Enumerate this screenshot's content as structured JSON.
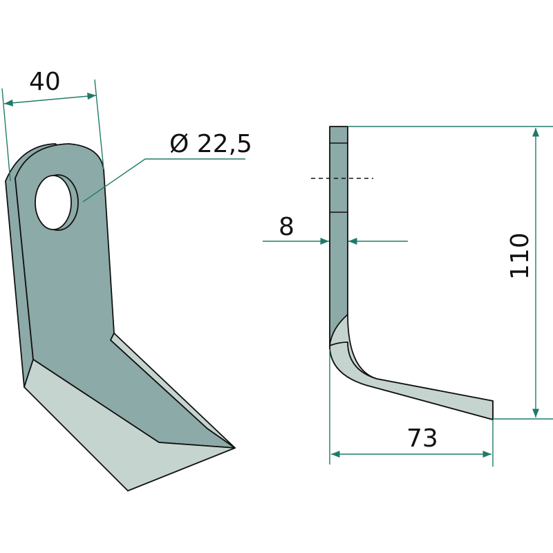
{
  "dimensions": {
    "width": "40",
    "hole_diameter": "Ø 22,5",
    "thickness": "8",
    "height": "110",
    "length": "73"
  },
  "colors": {
    "blade_fill": "#8caaa7",
    "bevel_fill": "#c6d4cf",
    "dimension_line": "#1f7a68"
  }
}
